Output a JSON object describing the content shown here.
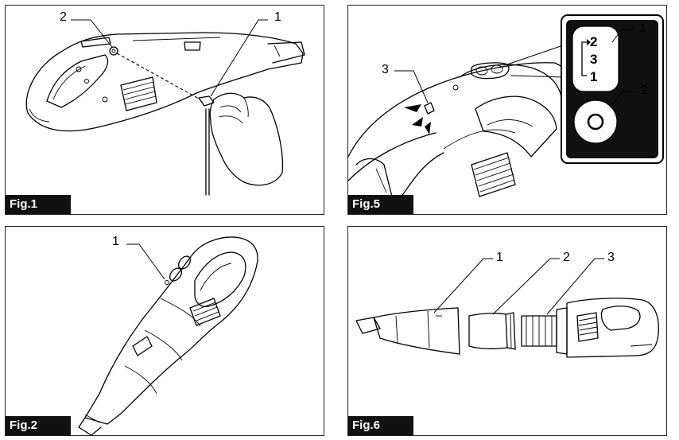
{
  "figures": [
    {
      "label": "Fig.1",
      "callouts": [
        "1",
        "2"
      ]
    },
    {
      "label": "Fig.5",
      "callouts": [
        "1",
        "2",
        "3"
      ],
      "mode_sequence": [
        "2",
        "3",
        "1"
      ]
    },
    {
      "label": "Fig.2",
      "callouts": [
        "1"
      ]
    },
    {
      "label": "Fig.6",
      "callouts": [
        "1",
        "2",
        "3"
      ]
    }
  ]
}
